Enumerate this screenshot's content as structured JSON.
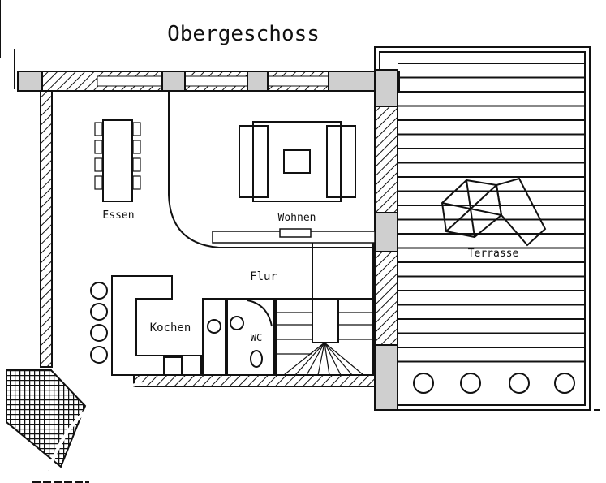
{
  "title": "Obergeschoss",
  "rooms": {
    "essen": "Essen",
    "wohnen": "Wohnen",
    "flur": "Flur",
    "kochen": "Kochen",
    "wc": "WC",
    "terrasse": "Terrasse"
  },
  "colors": {
    "ink": "#111111",
    "pillar": "#cfcfcf",
    "paper": "#ffffff"
  }
}
